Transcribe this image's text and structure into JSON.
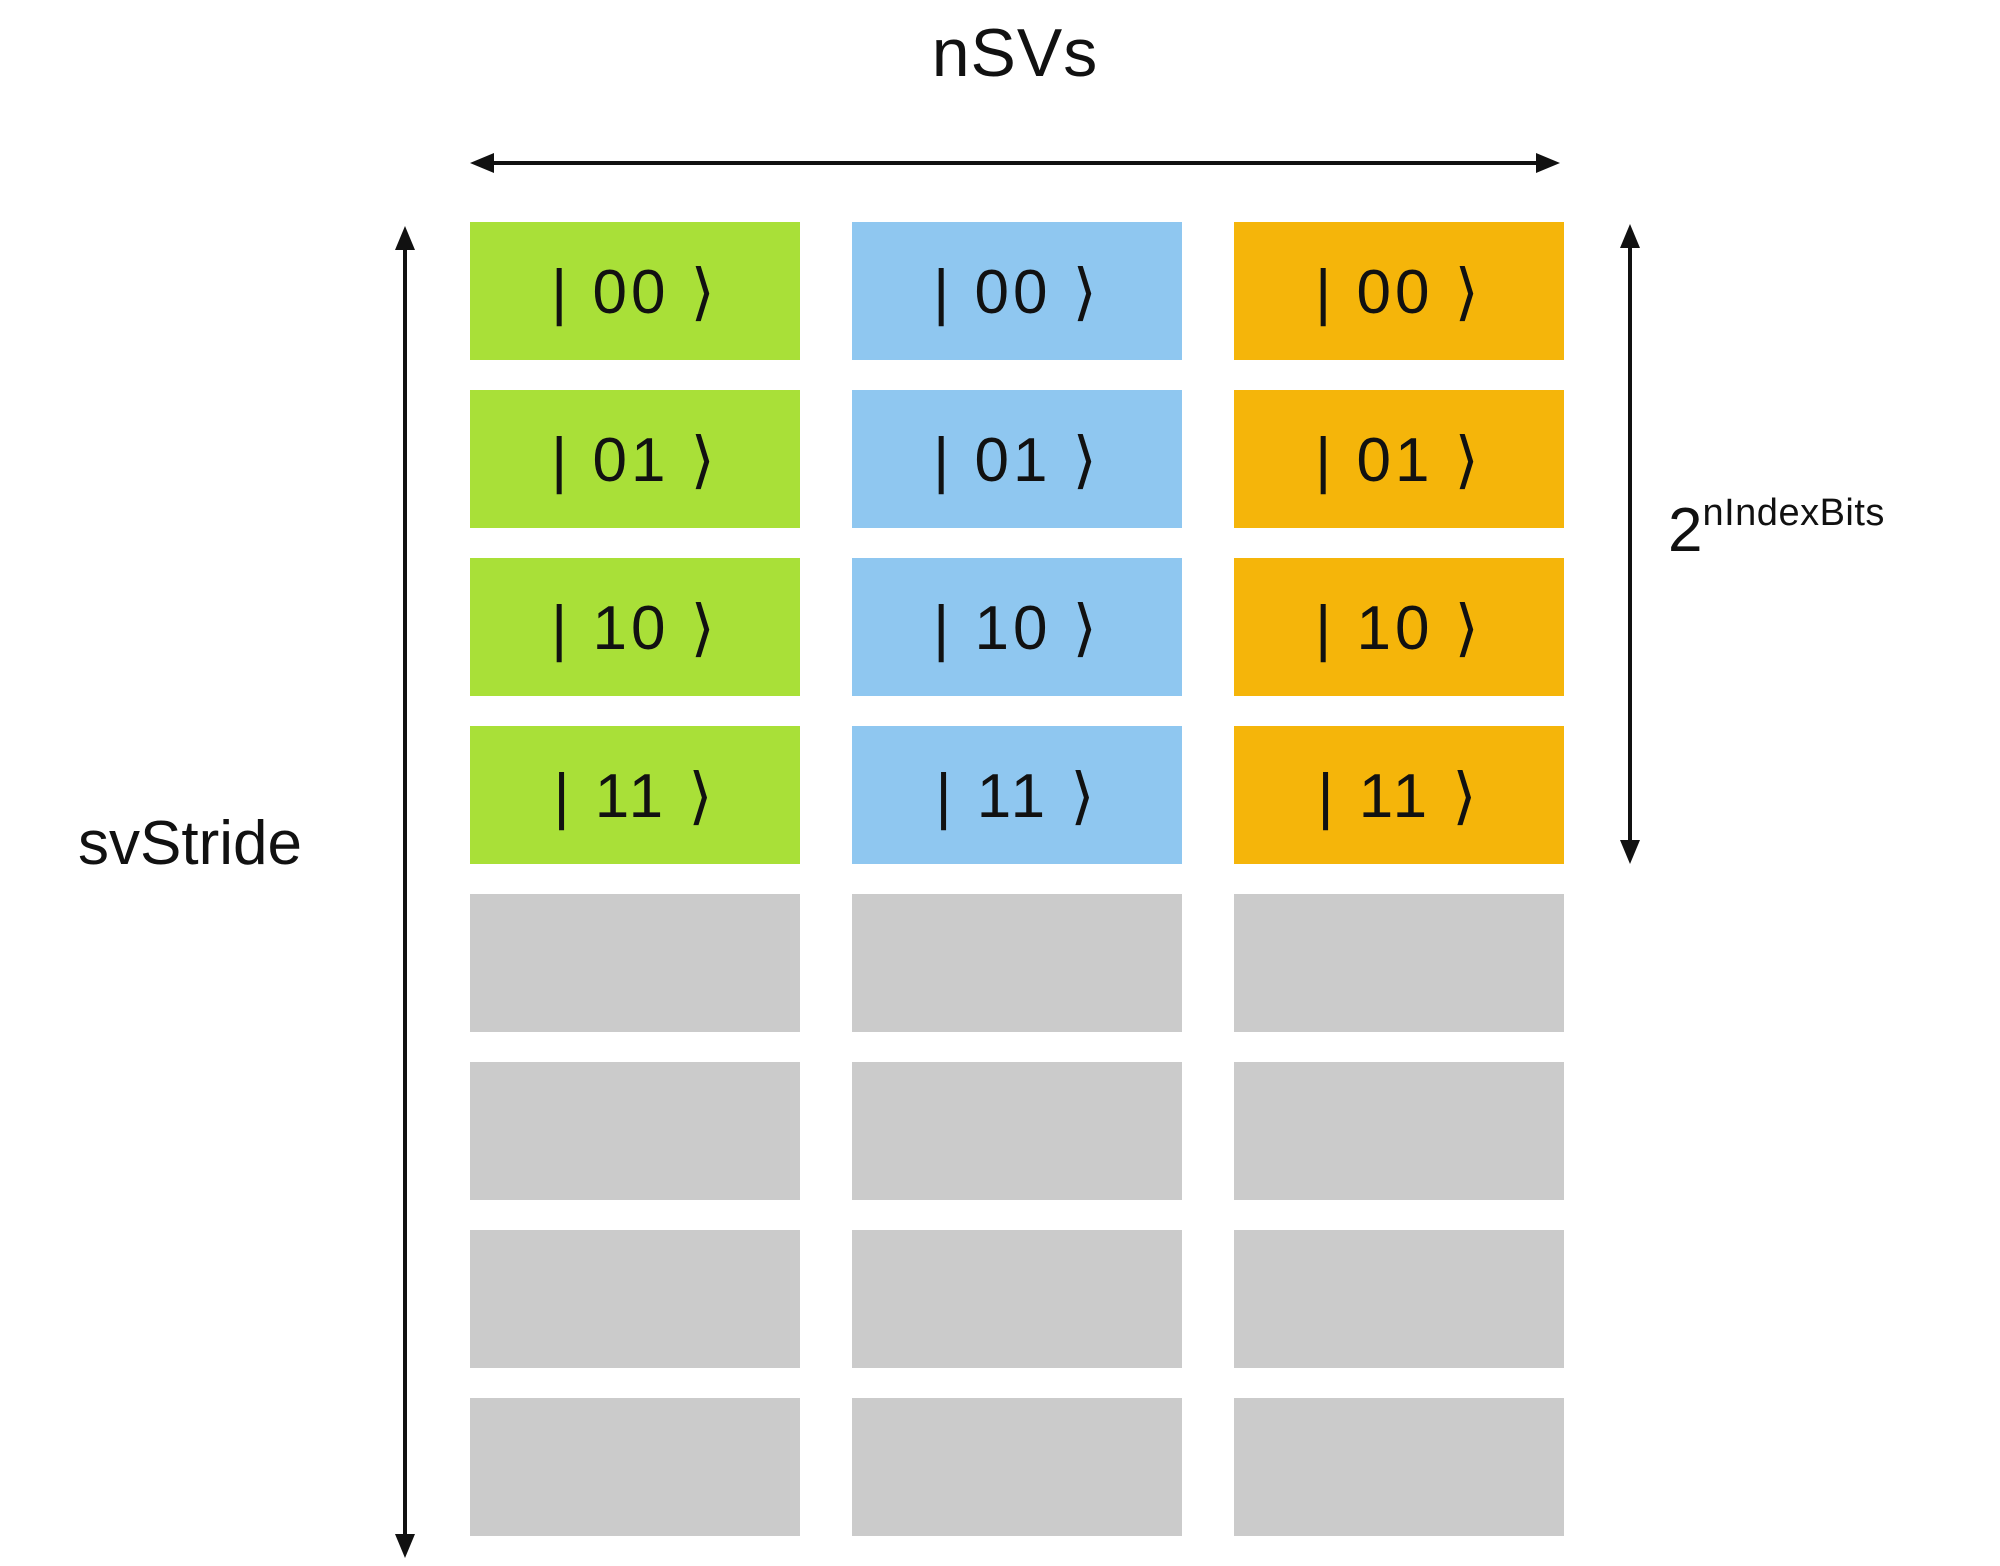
{
  "title": "nSVs",
  "left_label": "svStride",
  "right_label": {
    "base": "2",
    "exponent": "nIndexBits"
  },
  "colors": {
    "green": "#a9e038",
    "blue": "#8fc7f0",
    "amber": "#f5b50a",
    "gray": "#cbcbcb",
    "arrow": "#111111"
  },
  "kets": [
    "| 00 ⟩",
    "| 01 ⟩",
    "| 10 ⟩",
    "| 11 ⟩"
  ],
  "columns": [
    {
      "id": "state-vector-0",
      "color": "green"
    },
    {
      "id": "state-vector-1",
      "color": "blue"
    },
    {
      "id": "state-vector-2",
      "color": "amber"
    }
  ],
  "gray_rows_per_column": 4
}
